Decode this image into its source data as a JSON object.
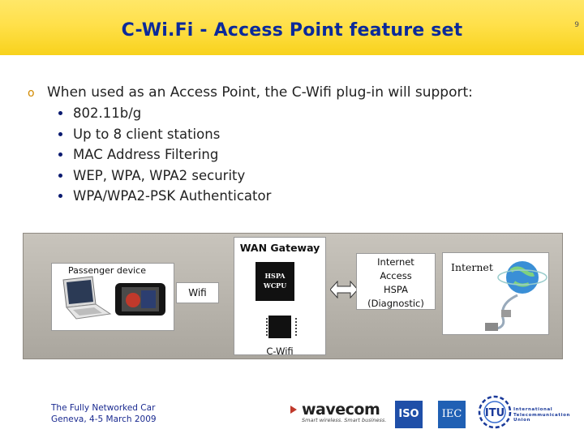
{
  "header": {
    "title": "C-Wi.Fi  -  Access Point feature set",
    "page_number": "9"
  },
  "body": {
    "lead": "When used as an Access Point, the C-Wifi plug-in will support:",
    "bullets": [
      "802.11b/g",
      "Up to 8 client stations",
      "MAC Address Filtering",
      "WEP, WPA, WPA2 security",
      "WPA/WPA2-PSK Authenticator"
    ]
  },
  "diagram": {
    "gateway_label": "WAN Gateway",
    "hspa_chip_line1": "HSPA",
    "hspa_chip_line2": "WCPU",
    "cwifi_label": "C-Wifi",
    "passenger_label": "Passenger device",
    "wifi_label": "Wifi",
    "link_line1": "Internet",
    "link_line2": "Access",
    "link_line3": "HSPA",
    "link_line4": "(Diagnostic)",
    "internet_label": "Internet"
  },
  "footer": {
    "event_line1": "The Fully Networked Car",
    "event_line2": "Geneva, 4-5 March 2009",
    "wavecom_name": "wavecom",
    "wavecom_tagline": "Smart wireless. Smart business.",
    "iso_label": "ISO",
    "iec_label": "IEC",
    "itu_logo_text": "ITU",
    "itu_line1": "International",
    "itu_line2": "Telecommunication",
    "itu_line3": "Union"
  },
  "colors": {
    "title": "#0b2a9a",
    "header_band": "#ffe04a",
    "lead_bullet": "#d28a00",
    "footer_text": "#1a2a90"
  }
}
